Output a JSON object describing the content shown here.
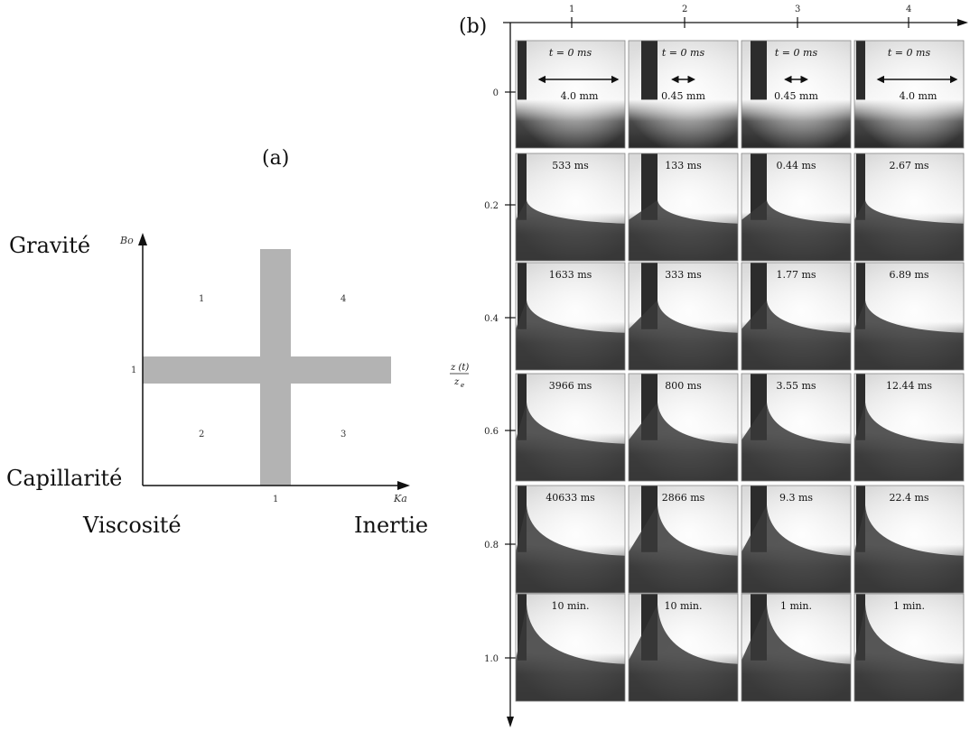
{
  "panel_a": {
    "label": "(a)",
    "regime_labels": {
      "top_left": "Gravité",
      "bottom_left": "Capillarité",
      "bottom_center_left": "Viscosité",
      "bottom_right": "Inertie"
    },
    "y_axis_label": "Bo",
    "x_axis_label": "Ka",
    "y_tick": "1",
    "x_tick": "1",
    "quadrants": {
      "q1": "1",
      "q2": "2",
      "q3": "3",
      "q4": "4"
    },
    "band_color": "#b3b3b3"
  },
  "panel_b": {
    "label": "(b)",
    "column_labels": [
      "1",
      "2",
      "3",
      "4"
    ],
    "row_ticks": [
      "0",
      "0.2",
      "0.4",
      "0.6",
      "0.8",
      "1.0"
    ],
    "y_axis_label_num": "z (t)",
    "y_axis_label_den": "z",
    "y_axis_label_sub": "e",
    "frames": [
      [
        {
          "t": "t = 0  ms",
          "scale": "4.0 mm"
        },
        {
          "t": "t = 0  ms",
          "scale": "0.45 mm"
        },
        {
          "t": "t = 0  ms",
          "scale": "0.45 mm"
        },
        {
          "t": "t = 0  ms",
          "scale": "4.0 mm"
        }
      ],
      [
        {
          "t": "533 ms"
        },
        {
          "t": "133 ms"
        },
        {
          "t": "0.44 ms"
        },
        {
          "t": "2.67 ms"
        }
      ],
      [
        {
          "t": "1633 ms"
        },
        {
          "t": "333 ms"
        },
        {
          "t": "1.77 ms"
        },
        {
          "t": "6.89 ms"
        }
      ],
      [
        {
          "t": "3966 ms"
        },
        {
          "t": "800 ms"
        },
        {
          "t": "3.55 ms"
        },
        {
          "t": "12.44 ms"
        }
      ],
      [
        {
          "t": "40633 ms"
        },
        {
          "t": "2866 ms"
        },
        {
          "t": "9.3 ms"
        },
        {
          "t": "22.4 ms"
        }
      ],
      [
        {
          "t": "10 min."
        },
        {
          "t": "10 min."
        },
        {
          "t": "1 min."
        },
        {
          "t": "1 min."
        }
      ]
    ]
  }
}
